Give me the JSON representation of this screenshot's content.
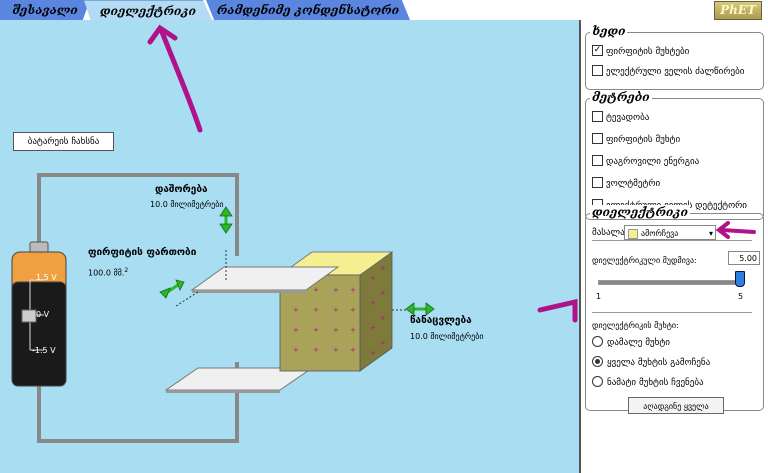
{
  "tabs": [
    {
      "label": "შესავალი",
      "active": false
    },
    {
      "label": "დიელექტრიკი",
      "active": true
    },
    {
      "label": "რამდენიმე კონდენსატორი",
      "active": false
    }
  ],
  "logo": "PhET",
  "play": {
    "battery_button": "ბატარეის ჩახსნა",
    "separation_label": "დაშორება",
    "separation_value": "10.0 მილიმეტრები",
    "plate_area_label": "ფირფიტის ფართობი",
    "plate_area_value": "100.0 მმ.",
    "plate_area_exp": "2",
    "offset_label": "წანაცვლება",
    "offset_value": "10.0 მილიმეტრები",
    "battery_top": "1.5 V",
    "battery_mid": "0 V",
    "battery_bottom": "-1.5 V"
  },
  "view": {
    "title": "ხედი",
    "items": [
      {
        "label": "ფირფიტის მუხტები",
        "checked": true
      },
      {
        "label": "ელექტრული ველის ძალწირები",
        "checked": false
      }
    ]
  },
  "meters": {
    "title": "მეტრები",
    "items": [
      {
        "label": "ტევადობა",
        "checked": false
      },
      {
        "label": "ფირფიტის მუხტი",
        "checked": false
      },
      {
        "label": "დაგროვილი ენერგია",
        "checked": false
      },
      {
        "label": "ვოლტმეტრი",
        "checked": false
      },
      {
        "label": "ელექტრული ველის დეტექტორი",
        "checked": false
      }
    ]
  },
  "dielectric": {
    "title": "დიელექტრიკი",
    "material_label": "მასალა:",
    "material_value": "ამორჩევა",
    "constant_label": "დიელექტრიკული მუდმივა:",
    "constant_value": "5.00",
    "slider_min": "1",
    "slider_max": "5",
    "slider_level": 1.0,
    "charges_label": "დიელექტრიკის მუხტი:",
    "charges_options": [
      {
        "label": "დამალე მუხტი",
        "selected": false
      },
      {
        "label": "ყველა მუხტის გამოჩენა",
        "selected": true
      },
      {
        "label": "ნამატი მუხტის ჩვენება",
        "selected": false
      }
    ],
    "reset_label": "აღადგინე ყველა"
  },
  "colors": {
    "play_bg": "#a9ddf2",
    "annotation": "#b0128a",
    "dielectric_front": "#a9a35a",
    "dielectric_top": "#f4f091",
    "battery_orange": "#f0a040"
  }
}
